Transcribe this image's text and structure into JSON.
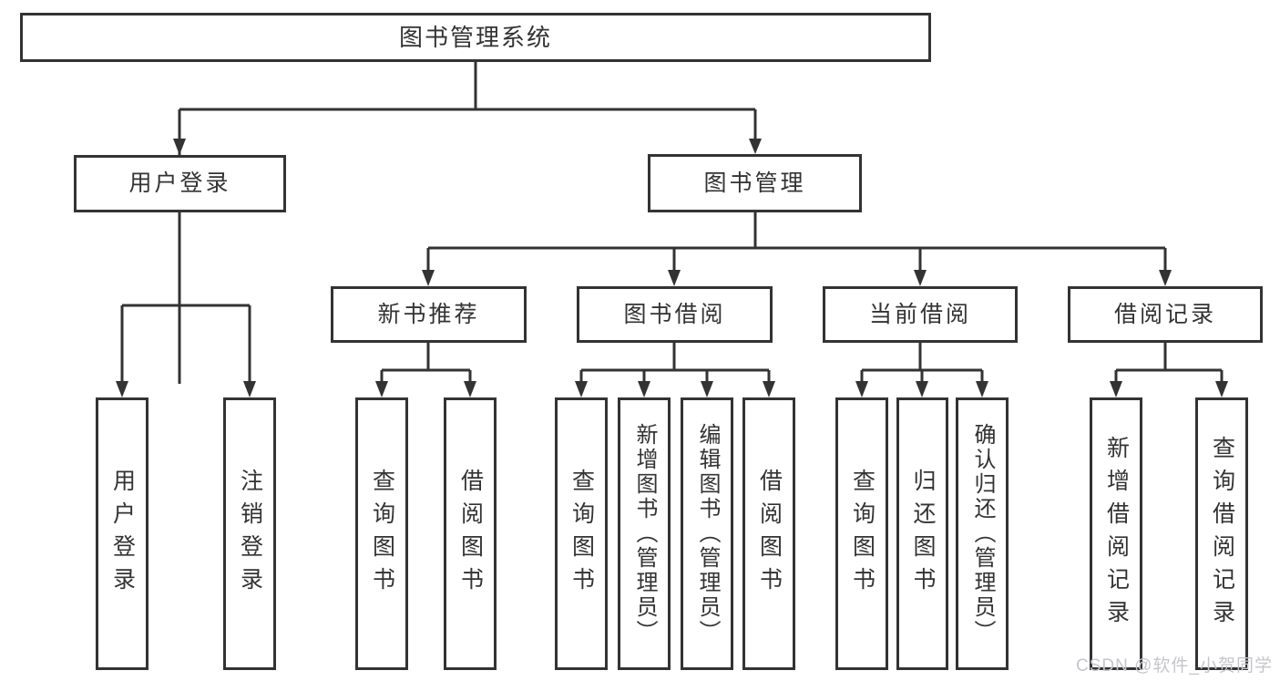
{
  "diagram": {
    "root": {
      "label": "图书管理系统"
    },
    "level2": [
      {
        "label": "用户登录"
      },
      {
        "label": "图书管理"
      }
    ],
    "level3": [
      {
        "label": "新书推荐"
      },
      {
        "label": "图书借阅"
      },
      {
        "label": "当前借阅"
      },
      {
        "label": "借阅记录"
      }
    ],
    "leaves": [
      {
        "label": "用户登录"
      },
      {
        "label": "注销登录"
      },
      {
        "label": "查询图书"
      },
      {
        "label": "借阅图书"
      },
      {
        "label": "查询图书"
      },
      {
        "label": "新增图书（管理员）"
      },
      {
        "label": "编辑图书（管理员）"
      },
      {
        "label": "借阅图书"
      },
      {
        "label": "查询图书"
      },
      {
        "label": "归还图书"
      },
      {
        "label": "确认归还（管理员）"
      },
      {
        "label": "新增借阅记录"
      },
      {
        "label": "查询借阅记录"
      }
    ]
  },
  "watermark": {
    "text": "CSDN @软件_小贺同学"
  },
  "colors": {
    "line": "#333333",
    "box_border": "#333333",
    "text": "#333333",
    "watermark": "#c5c5cc",
    "background": "#ffffff"
  }
}
